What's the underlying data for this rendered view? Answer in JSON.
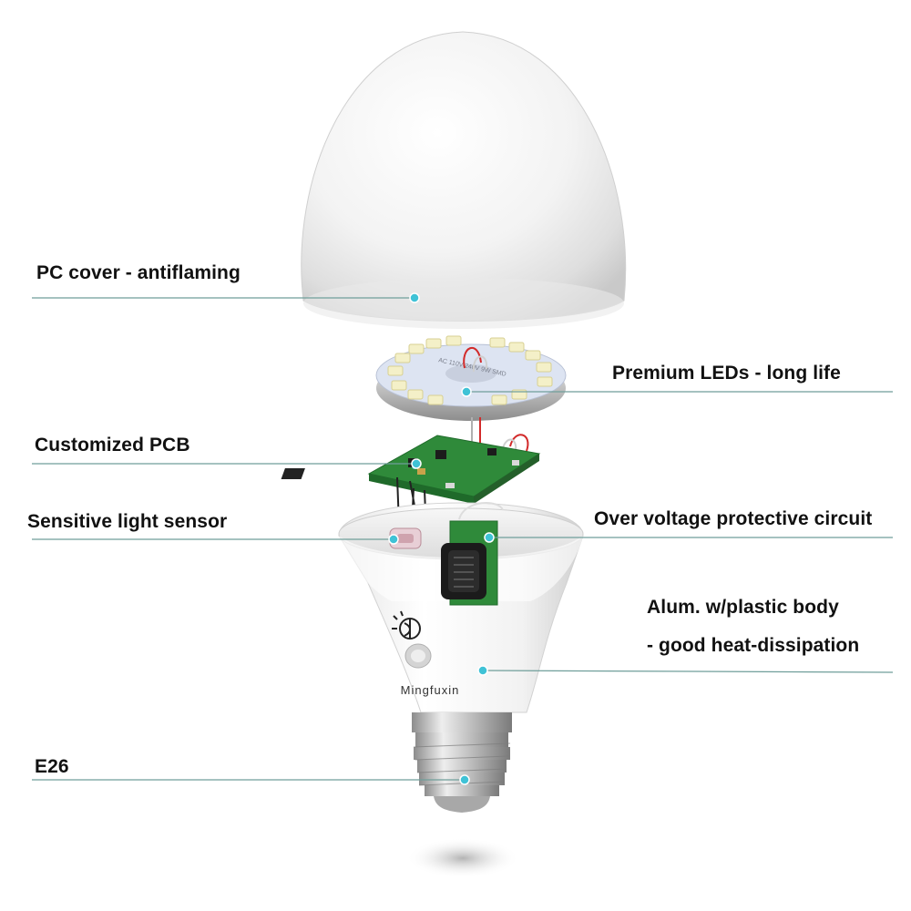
{
  "colors": {
    "leader_line": "#6f9e9a",
    "leader_dot": "#3fc2d6",
    "pcb_green": "#2f8a3a",
    "wire_red": "#d22a2a",
    "led_yellow": "#f4f0c8"
  },
  "labels": {
    "pc_cover": "PC cover - antiflaming",
    "premium_leds": "Premium LEDs -  long life",
    "customized_pcb": "Customized PCB",
    "light_sensor": "Sensitive light sensor",
    "over_voltage": "Over voltage protective circuit",
    "body_line1": "Alum. w/plastic body",
    "body_line2": "- good heat-dissipation",
    "base": "E26"
  },
  "brand": {
    "name": "Mingfuxin"
  },
  "led_ring_text": "AC 110V-240V 9W SMD"
}
